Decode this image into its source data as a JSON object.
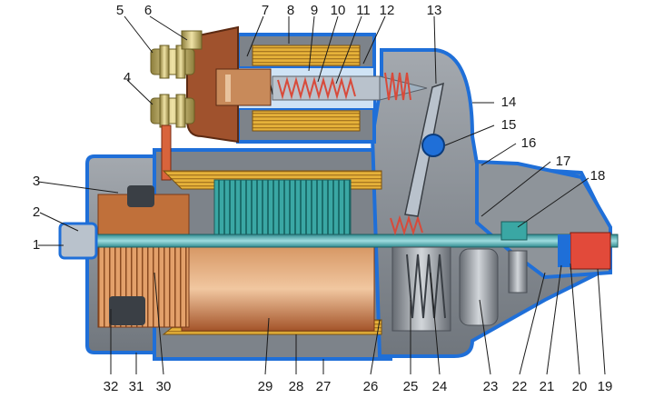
{
  "diagram": {
    "callouts": [
      {
        "id": "c1",
        "text": "1"
      },
      {
        "id": "c2",
        "text": "2"
      },
      {
        "id": "c3",
        "text": "3"
      },
      {
        "id": "c4",
        "text": "4"
      },
      {
        "id": "c5",
        "text": "5"
      },
      {
        "id": "c6",
        "text": "6"
      },
      {
        "id": "c7",
        "text": "7"
      },
      {
        "id": "c8",
        "text": "8"
      },
      {
        "id": "c9",
        "text": "9"
      },
      {
        "id": "c10",
        "text": "10"
      },
      {
        "id": "c11",
        "text": "11"
      },
      {
        "id": "c12",
        "text": "12"
      },
      {
        "id": "c13",
        "text": "13"
      },
      {
        "id": "c14",
        "text": "14"
      },
      {
        "id": "c15",
        "text": "15"
      },
      {
        "id": "c16",
        "text": "16"
      },
      {
        "id": "c17",
        "text": "17"
      },
      {
        "id": "c18",
        "text": "18"
      },
      {
        "id": "c19",
        "text": "19"
      },
      {
        "id": "c20",
        "text": "20"
      },
      {
        "id": "c21",
        "text": "21"
      },
      {
        "id": "c22",
        "text": "22"
      },
      {
        "id": "c23",
        "text": "23"
      },
      {
        "id": "c24",
        "text": "24"
      },
      {
        "id": "c25",
        "text": "25"
      },
      {
        "id": "c26",
        "text": "26"
      },
      {
        "id": "c27",
        "text": "27"
      },
      {
        "id": "c28",
        "text": "28"
      },
      {
        "id": "c29",
        "text": "29"
      },
      {
        "id": "c30",
        "text": "30"
      },
      {
        "id": "c31",
        "text": "31"
      },
      {
        "id": "c32",
        "text": "32"
      }
    ],
    "colors": {
      "housing_outline": "#1f6fd8",
      "housing_gray": "#8a8f96",
      "housing_dark": "#6d737a",
      "copper": "#c0703a",
      "copper_light": "#e3a06a",
      "winding_yellow": "#e6b23a",
      "armature_teal": "#3aa7a4",
      "shaft_teal": "#4fb3b8",
      "solenoid_brown": "#a0522d",
      "terminal_olive": "#b8a860",
      "spring_red": "#d84a3a",
      "pinion_gray": "#9aa0a6",
      "lever_silver": "#b9c2cc"
    }
  }
}
